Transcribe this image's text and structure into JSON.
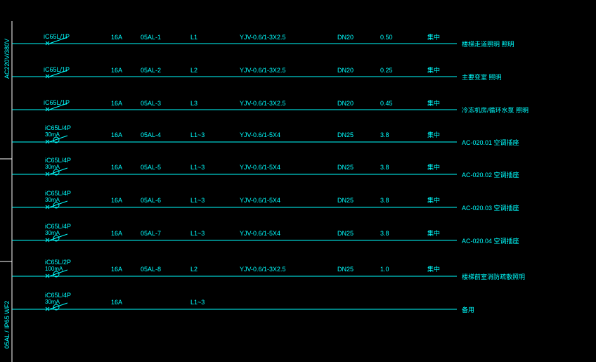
{
  "bus": {
    "voltage_label": "AC220V/380V",
    "panel_label": "05AL / IP65 WF2"
  },
  "circuits": [
    {
      "breaker": "iC65L/1P",
      "rcd": "",
      "current": "16A",
      "id": "05AL-1",
      "phase": "L1",
      "cable": "YJV-0.6/1-3X2.5",
      "conduit": "DN20",
      "load": "0.50",
      "note": "集中",
      "desc": "楼梯走道照明 照明"
    },
    {
      "breaker": "iC65L/1P",
      "rcd": "",
      "current": "16A",
      "id": "05AL-2",
      "phase": "L2",
      "cable": "YJV-0.6/1-3X2.5",
      "conduit": "DN20",
      "load": "0.25",
      "note": "集中",
      "desc": "主要变室 照明"
    },
    {
      "breaker": "iC65L/1P",
      "rcd": "",
      "current": "16A",
      "id": "05AL-3",
      "phase": "L3",
      "cable": "YJV-0.6/1-3X2.5",
      "conduit": "DN20",
      "load": "0.45",
      "note": "集中",
      "desc": "冷冻机房/循环水泵 照明"
    },
    {
      "breaker": "iC65L/4P",
      "rcd": "30mA",
      "current": "16A",
      "id": "05AL-4",
      "phase": "L1~3",
      "cable": "YJV-0.6/1-5X4",
      "conduit": "DN25",
      "load": "3.8",
      "note": "集中",
      "desc": "AC-020.01 空调插座"
    },
    {
      "breaker": "iC65L/4P",
      "rcd": "30mA",
      "current": "16A",
      "id": "05AL-5",
      "phase": "L1~3",
      "cable": "YJV-0.6/1-5X4",
      "conduit": "DN25",
      "load": "3.8",
      "note": "集中",
      "desc": "AC-020.02 空调插座"
    },
    {
      "breaker": "iC65L/4P",
      "rcd": "30mA",
      "current": "16A",
      "id": "05AL-6",
      "phase": "L1~3",
      "cable": "YJV-0.6/1-5X4",
      "conduit": "DN25",
      "load": "3.8",
      "note": "集中",
      "desc": "AC-020.03 空调插座"
    },
    {
      "breaker": "iC65L/4P",
      "rcd": "30mA",
      "current": "16A",
      "id": "05AL-7",
      "phase": "L1~3",
      "cable": "YJV-0.6/1-5X4",
      "conduit": "DN25",
      "load": "3.8",
      "note": "集中",
      "desc": "AC-020.04 空调插座"
    },
    {
      "breaker": "iC65L/2P",
      "rcd": "100mA",
      "current": "16A",
      "id": "05AL-8",
      "phase": "L2",
      "cable": "YJV-0.6/1-3X2.5",
      "conduit": "DN25",
      "load": "1.0",
      "note": "集中",
      "desc": "楼梯前室消防疏散照明"
    },
    {
      "breaker": "iC65L/4P",
      "rcd": "30mA",
      "current": "16A",
      "id": "",
      "phase": "L1~3",
      "cable": "",
      "conduit": "",
      "load": "",
      "note": "",
      "desc": "备用"
    }
  ],
  "colors": {
    "line": "#00ffff",
    "bus": "#ffffff",
    "background": "#000000"
  }
}
